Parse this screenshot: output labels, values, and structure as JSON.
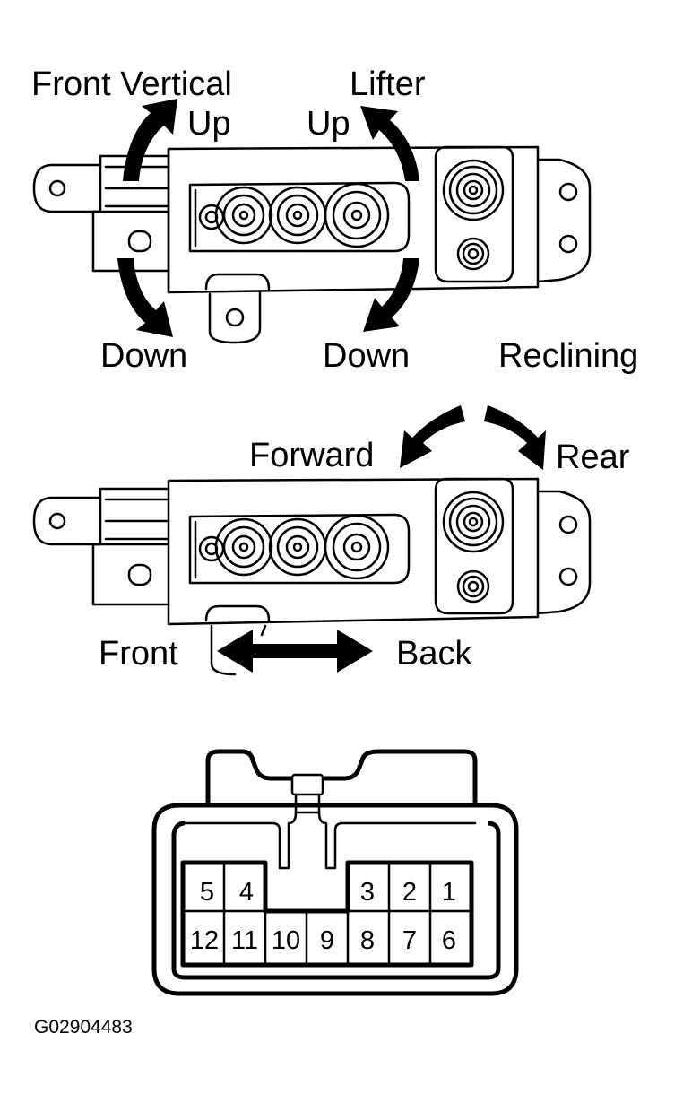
{
  "top_switch": {
    "front_vertical_label": "Front Vertical",
    "front_up_label": "Up",
    "front_down_label": "Down",
    "lifter_label": "Lifter",
    "lifter_up_label": "Up",
    "lifter_down_label": "Down",
    "reclining_label": "Reclining"
  },
  "middle_switch": {
    "forward_label": "Forward",
    "rear_label": "Rear",
    "front_label": "Front",
    "back_label": "Back"
  },
  "connector": {
    "top_row": [
      "5",
      "4",
      "3",
      "2",
      "1"
    ],
    "bottom_row": [
      "12",
      "11",
      "10",
      "9",
      "8",
      "7",
      "6"
    ]
  },
  "figure_code": "G02904483"
}
